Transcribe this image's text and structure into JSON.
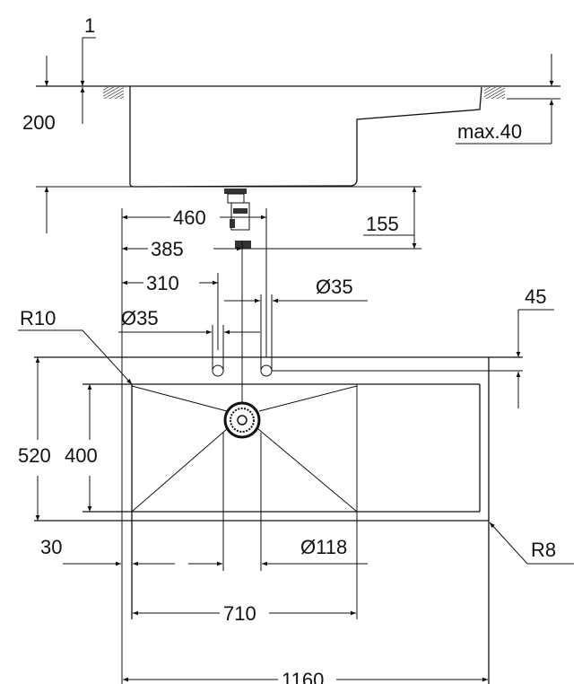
{
  "title": "Sink technical drawing",
  "side_view": {
    "dim_rim_thickness": "1",
    "dim_depth": "200",
    "dim_max_countertop": "max.40",
    "dim_waste_height": "155"
  },
  "plan_view": {
    "dim_tap_460": "460",
    "dim_tap_385": "385",
    "dim_tap_310": "310",
    "dim_hole_right": "Ø35",
    "dim_hole_left": "Ø35",
    "dim_hole_offset": "45",
    "radius_inner": "R10",
    "radius_outer": "R8",
    "dim_depth_outer": "520",
    "dim_depth_bowl": "400",
    "dim_edge": "30",
    "dim_waste": "Ø118",
    "dim_bowl_width": "710",
    "dim_total_width": "1160"
  },
  "colors": {
    "line": "#111111",
    "background": "#ffffff"
  }
}
